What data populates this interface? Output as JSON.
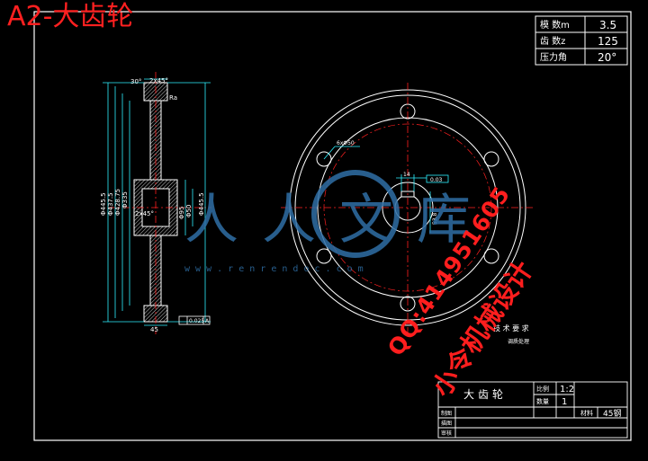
{
  "sheet_title": "A2-大齿轮",
  "params_table": [
    {
      "name": "模  数m",
      "value": "3.5"
    },
    {
      "name": "齿  数z",
      "value": "125"
    },
    {
      "name": "压力角",
      "value": "20°"
    }
  ],
  "title_block": {
    "part_name": "大齿轮",
    "scale_label": "比例",
    "scale_value": "1:2",
    "qty_label": "数量",
    "qty_value": "1",
    "material_label": "材料",
    "material_value": "45钢",
    "row_labels": [
      "制图",
      "描图",
      "审核"
    ]
  },
  "tech_requirements": {
    "heading": "技 术 要 求",
    "line1": "调质处理"
  },
  "section_dims": {
    "tip_dia": "Φ445.5",
    "pitch_dia": "Φ437.5",
    "root_dia": "Φ428.75",
    "web_dia": "Φ335",
    "hub_dia": "Φ95",
    "bore_dia": "Φ50",
    "chamfer_top": "2x45°",
    "chamfer_hub": "2x45°",
    "ra_label": "Ra",
    "tol_label": "0.025",
    "datum_label": "A",
    "angle_label": "30°",
    "face_width": "45"
  },
  "plan_dims": {
    "holes_note": "6xΦ50",
    "keyway_width": "14",
    "keyway_depth": "53.8",
    "keyway_tol": "0.03"
  },
  "watermark": {
    "brand": "人人文库",
    "url": "w w w . r e n r e n d o c . c o m",
    "qq": "QQ:414951605",
    "studio": "小令机械设计"
  },
  "colors": {
    "line": "#ffffff",
    "dim": "#2ef0ff",
    "red": "#ff2020",
    "watermark_blue": "#2f6fa6"
  }
}
